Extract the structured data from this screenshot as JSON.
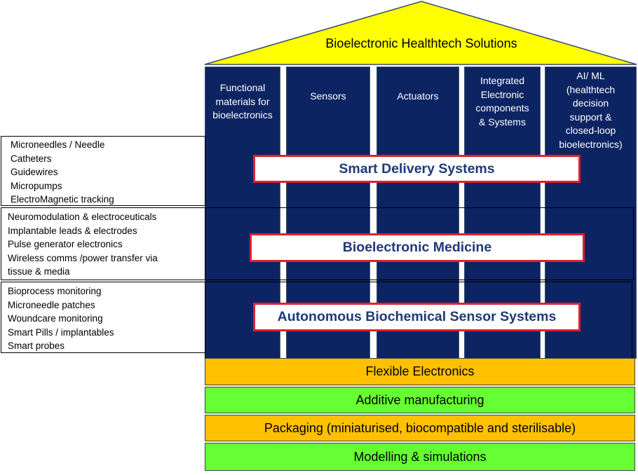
{
  "roof": {
    "title": "Bioelectronic Healthtech Solutions",
    "color": "#ffff00"
  },
  "pillars": [
    {
      "label": "Functional\nmaterials for\nbioelectronics"
    },
    {
      "label": "Sensors"
    },
    {
      "label": "Actuators"
    },
    {
      "label": "Integrated\nElectronic\ncomponents\n& Systems"
    },
    {
      "label": "AI/ ML\n(healthtech\ndecision\nsupport &\nclosed-loop\nbioelectronics)"
    }
  ],
  "groups": [
    {
      "banner": "Smart Delivery Systems",
      "items": [
        "Microneedles / Needle",
        "Catheters",
        "Guidewires",
        "Micropumps",
        "ElectroMagnetic tracking"
      ]
    },
    {
      "banner": "Bioelectronic Medicine",
      "items": [
        "Neuromodulation & electroceuticals",
        "Implantable leads & electrodes",
        "Pulse generator electronics",
        "Wireless comms /power transfer via",
        "tissue & media"
      ]
    },
    {
      "banner": "Autonomous Biochemical Sensor Systems",
      "items": [
        "Bioprocess monitoring",
        "Microneedle patches",
        "Woundcare monitoring",
        "Smart Pills / implantables",
        "Smart probes"
      ]
    }
  ],
  "layers": [
    {
      "label": "Flexible Electronics",
      "color": "#ffc000"
    },
    {
      "label": "Additive manufacturing",
      "color": "#66ff33"
    },
    {
      "label": "Packaging (miniaturised, biocompatible and sterilisable)",
      "color": "#ffc000"
    },
    {
      "label": "Modelling & simulations",
      "color": "#66ff33"
    }
  ],
  "colors": {
    "pillar": "#0d2463",
    "banner_border": "#e0202f",
    "banner_text": "#1f3a78"
  }
}
